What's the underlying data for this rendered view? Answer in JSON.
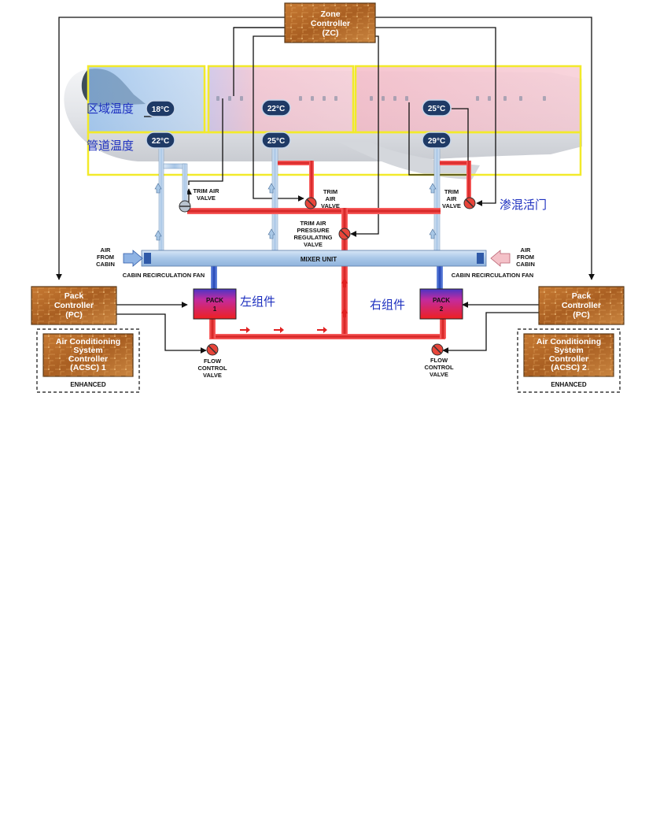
{
  "zone_controller": {
    "title": "Zone",
    "line2": "Controller",
    "line3": "(ZC)"
  },
  "zone_temp_label": "区域温度",
  "duct_temp_label": "管道温度",
  "zones": [
    {
      "zone_temp": "18°C",
      "duct_temp": "22°C"
    },
    {
      "zone_temp": "22°C",
      "duct_temp": "25°C"
    },
    {
      "zone_temp": "25°C",
      "duct_temp": "29°C"
    }
  ],
  "trim_valve_left": {
    "line1": "TRIM AIR",
    "line2": "VALVE"
  },
  "trim_valve_mid": {
    "line1": "TRIM",
    "line2": "AIR",
    "line3": "VALVE"
  },
  "trim_valve_right": {
    "line1": "TRIM",
    "line2": "AIR",
    "line3": "VALVE"
  },
  "trim_valve_label_zh": "渗混活门",
  "prv": {
    "line1": "TRIM AIR",
    "line2": "PRESSURE",
    "line3": "REGULATING",
    "line4": "VALVE"
  },
  "mixer": "MIXER UNIT",
  "air_from_cabin_left": {
    "line1": "AIR",
    "line2": "FROM",
    "line3": "CABIN"
  },
  "air_from_cabin_right": {
    "line1": "AIR",
    "line2": "FROM",
    "line3": "CABIN"
  },
  "fan_left": "CABIN RECIRCULATION FAN",
  "fan_right": "CABIN RECIRCULATION FAN",
  "pack1": {
    "line1": "PACK",
    "line2": "1",
    "label_zh": "左组件"
  },
  "pack2": {
    "line1": "PACK",
    "line2": "2",
    "label_zh": "右组件"
  },
  "pc_left": {
    "line1": "Pack",
    "line2": "Controller",
    "line3": "(PC)"
  },
  "pc_right": {
    "line1": "Pack",
    "line2": "Controller",
    "line3": "(PC)"
  },
  "acsc1": {
    "line1": "Air Conditioning",
    "line2": "System",
    "line3": "Controller",
    "line4": "(ACSC) 1",
    "badge": "ENHANCED"
  },
  "acsc2": {
    "line1": "Air Conditioning",
    "line2": "System",
    "line3": "Controller",
    "line4": "(ACSC) 2",
    "badge": "ENHANCED"
  },
  "fcv_left": {
    "line1": "FLOW",
    "line2": "CONTROL",
    "line3": "VALVE"
  },
  "fcv_right": {
    "line1": "FLOW",
    "line2": "CONTROL",
    "line3": "VALVE"
  },
  "colors": {
    "hot": "#d62020",
    "cold": "#a9c8e6",
    "controller": "#b86c2a",
    "zone_outline": "#f2ea2a",
    "label_blue": "#1c2fbf"
  }
}
